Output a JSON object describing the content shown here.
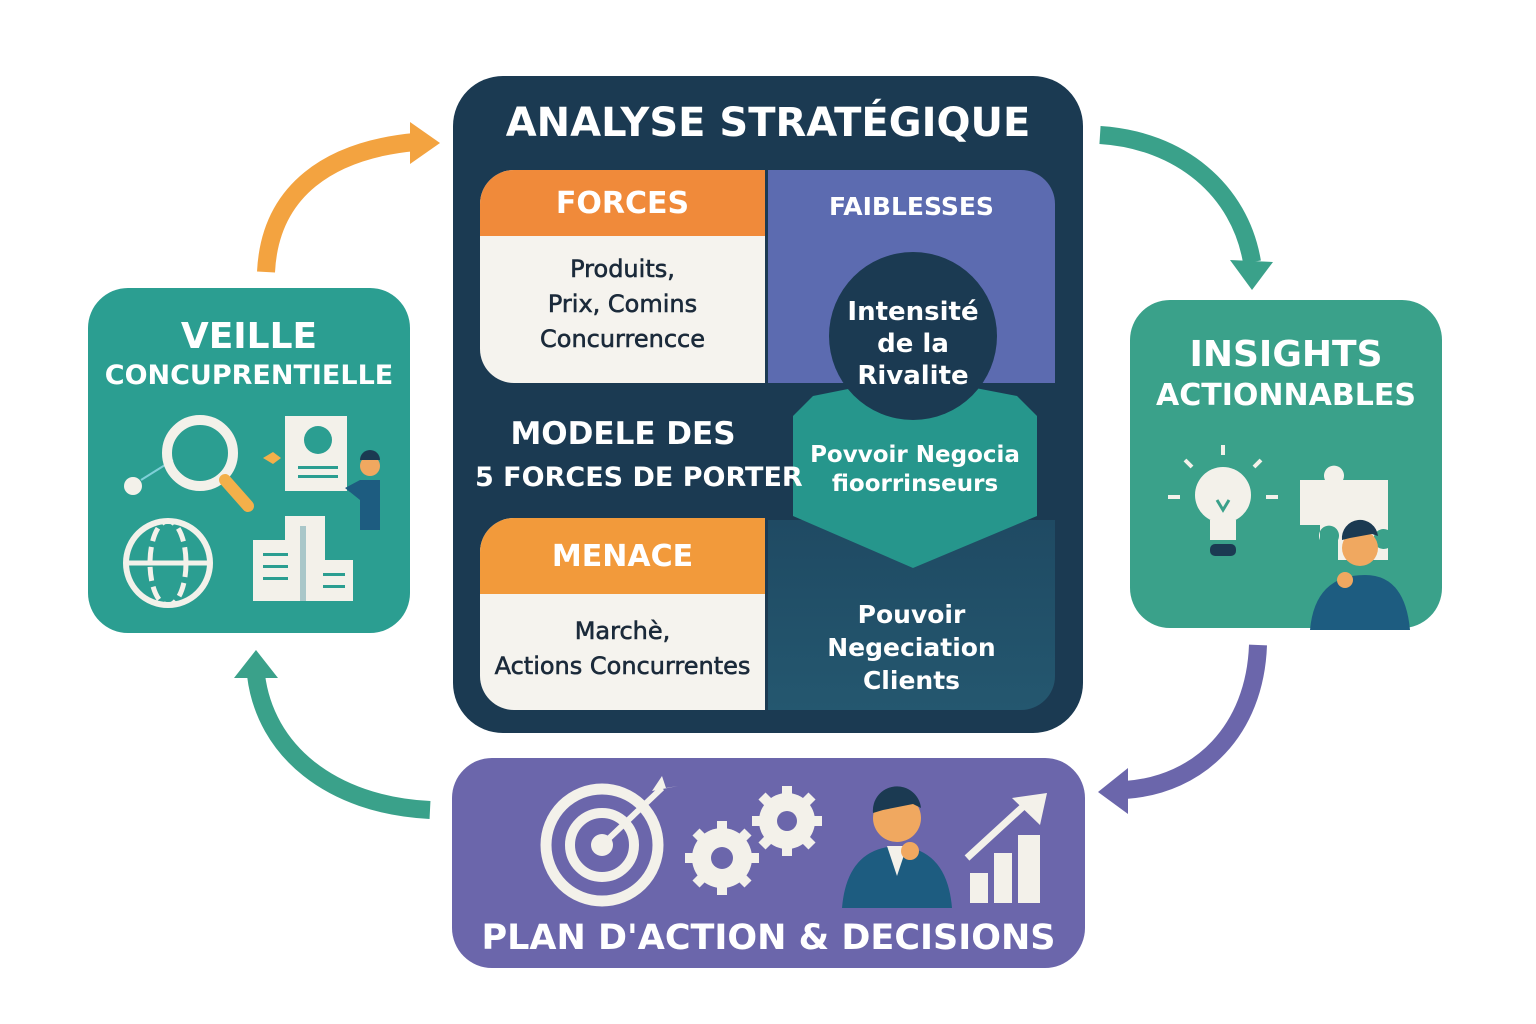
{
  "veille": {
    "title_line1": "VEILLE",
    "title_line2": "CONCUPRENTIELLE"
  },
  "analyse": {
    "title": "ANALYSE STRATÉGIQUE",
    "forces": {
      "header": "FORCES",
      "lines": [
        "Produits,",
        "Prix, Comins",
        "Concurrencce"
      ]
    },
    "faiblesses": {
      "header": "FAIBLESSES"
    },
    "rivalite": {
      "lines": [
        "Intensité",
        "de la",
        "Rivalite"
      ]
    },
    "fournisseurs": {
      "lines": [
        "Povvoir Negocia",
        "fioorrinseurs"
      ]
    },
    "modele": {
      "line1": "MODELE DES",
      "line2": "5 FORCES DE PORTER"
    },
    "menace": {
      "header": "MENACE",
      "lines": [
        "Marchè,",
        "Actions Concurrentes"
      ]
    },
    "clients": {
      "lines": [
        "Pouvoir",
        "Negeciation",
        "Clients"
      ]
    }
  },
  "insights": {
    "title_line1": "INSIGHTS",
    "title_line2": "ACTIONNABLES"
  },
  "plan": {
    "title": "PLAN D'ACTION & DECISIONS"
  },
  "colors": {
    "teal": "#2b9e91",
    "navy": "#1b3a52",
    "orange": "#f08a3a",
    "purple": "#6b66ab",
    "indigo": "#5c6bb0"
  }
}
